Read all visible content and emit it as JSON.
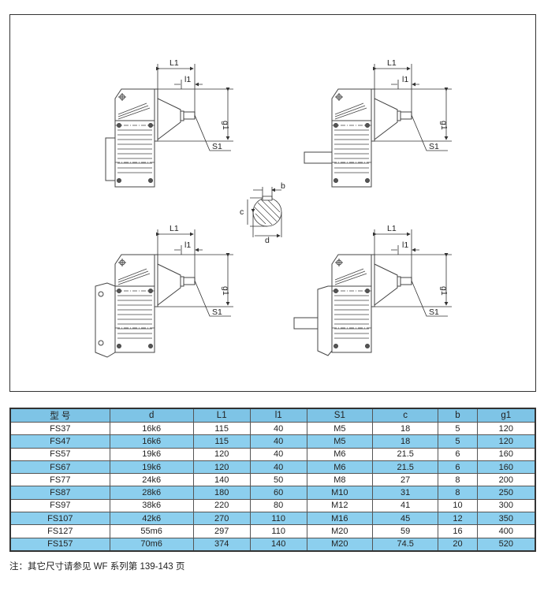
{
  "drawing": {
    "labels": {
      "L1": "L1",
      "l1": "l1",
      "g1": "g1",
      "S1": "S1",
      "b": "b",
      "c": "c",
      "d": "d"
    }
  },
  "table": {
    "headers": [
      "型 号",
      "d",
      "L1",
      "l1",
      "S1",
      "c",
      "b",
      "g1"
    ],
    "rows": [
      [
        "FS37",
        "16k6",
        "115",
        "40",
        "M5",
        "18",
        "5",
        "120"
      ],
      [
        "FS47",
        "16k6",
        "115",
        "40",
        "M5",
        "18",
        "5",
        "120"
      ],
      [
        "FS57",
        "19k6",
        "120",
        "40",
        "M6",
        "21.5",
        "6",
        "160"
      ],
      [
        "FS67",
        "19k6",
        "120",
        "40",
        "M6",
        "21.5",
        "6",
        "160"
      ],
      [
        "FS77",
        "24k6",
        "140",
        "50",
        "M8",
        "27",
        "8",
        "200"
      ],
      [
        "FS87",
        "28k6",
        "180",
        "60",
        "M10",
        "31",
        "8",
        "250"
      ],
      [
        "FS97",
        "38k6",
        "220",
        "80",
        "M12",
        "41",
        "10",
        "300"
      ],
      [
        "FS107",
        "42k6",
        "270",
        "110",
        "M16",
        "45",
        "12",
        "350"
      ],
      [
        "FS127",
        "55m6",
        "297",
        "110",
        "M20",
        "59",
        "16",
        "400"
      ],
      [
        "FS157",
        "70m6",
        "374",
        "140",
        "M20",
        "74.5",
        "20",
        "520"
      ]
    ]
  },
  "note": "注：其它尺寸请参见 WF 系列第 139-143 页",
  "colors": {
    "header": "#7ec4e6",
    "row_blue": "#8ccfee",
    "line": "#333333"
  }
}
